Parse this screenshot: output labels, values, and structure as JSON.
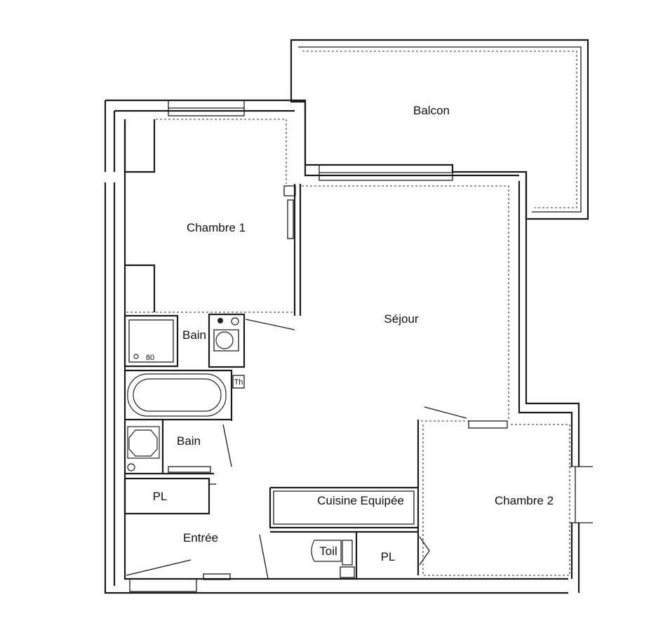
{
  "rooms": {
    "balcon": "Balcon",
    "chambre1": "Chambre 1",
    "sejour": "Séjour",
    "bain_upper": "Bain",
    "bain_lower": "Bain",
    "pl_entree": "PL",
    "entree": "Entrée",
    "cuisine": "Cuisine Equipée",
    "toilettes": "Toil",
    "pl_toilettes": "PL",
    "chambre2": "Chambre 2"
  },
  "fixtures": {
    "shower_size": "80",
    "water_heater": "Th"
  }
}
